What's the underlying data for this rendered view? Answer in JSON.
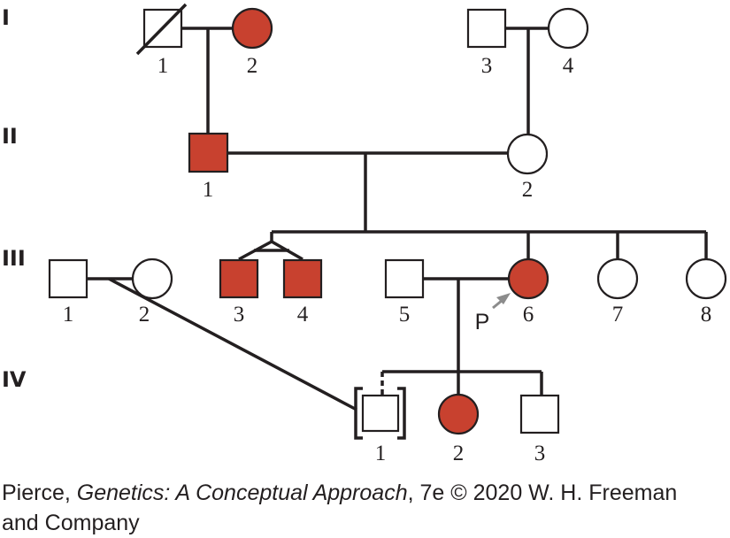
{
  "colors": {
    "affected": "#c8412f",
    "unaffected": "#ffffff",
    "line": "#231f20",
    "arrow": "#8c8c8c"
  },
  "generations": {
    "g1": "I",
    "g2": "II",
    "g3": "III",
    "g4": "IV"
  },
  "individuals": {
    "I-1": {
      "label": "1",
      "sex": "male",
      "affected": false,
      "deceased": true
    },
    "I-2": {
      "label": "2",
      "sex": "female",
      "affected": true
    },
    "I-3": {
      "label": "3",
      "sex": "male",
      "affected": false
    },
    "I-4": {
      "label": "4",
      "sex": "female",
      "affected": false
    },
    "II-1": {
      "label": "1",
      "sex": "male",
      "affected": true
    },
    "II-2": {
      "label": "2",
      "sex": "female",
      "affected": false
    },
    "III-1": {
      "label": "1",
      "sex": "male",
      "affected": false
    },
    "III-2": {
      "label": "2",
      "sex": "female",
      "affected": false
    },
    "III-3": {
      "label": "3",
      "sex": "male",
      "affected": true,
      "twin": "identical"
    },
    "III-4": {
      "label": "4",
      "sex": "male",
      "affected": true,
      "twin": "identical"
    },
    "III-5": {
      "label": "5",
      "sex": "male",
      "affected": false
    },
    "III-6": {
      "label": "6",
      "sex": "female",
      "affected": true,
      "proband": true
    },
    "III-7": {
      "label": "7",
      "sex": "female",
      "affected": false
    },
    "III-8": {
      "label": "8",
      "sex": "female",
      "affected": false
    },
    "IV-1": {
      "label": "1",
      "sex": "male",
      "affected": false,
      "adopted": true
    },
    "IV-2": {
      "label": "2",
      "sex": "female",
      "affected": true
    },
    "IV-3": {
      "label": "3",
      "sex": "male",
      "affected": false
    }
  },
  "proband_marker": "P",
  "caption": {
    "prefix": "Pierce, ",
    "title": "Genetics: A Conceptual Approach",
    "suffix": ", 7e © 2020 W. H. Freeman",
    "line2": "and Company"
  }
}
